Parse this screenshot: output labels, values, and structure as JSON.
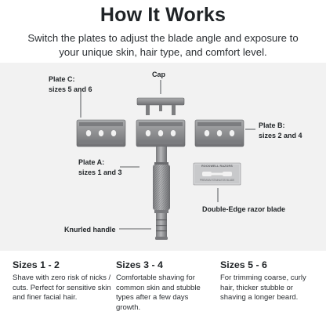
{
  "header": {
    "title": "How It Works",
    "subtitle": "Switch the plates to adjust the blade angle and exposure to your unique skin, hair type, and comfort level."
  },
  "labels": {
    "cap": "Cap",
    "plate_c_line1": "Plate C:",
    "plate_c_line2": "sizes 5 and 6",
    "plate_b_line1": "Plate B:",
    "plate_b_line2": "sizes 2 and 4",
    "plate_a_line1": "Plate A:",
    "plate_a_line2": "sizes 1 and 3",
    "knurled_handle": "Knurled handle",
    "blade": "Double-Edge razor blade",
    "blade_stamp_top": "ROCKWELL RAZORS",
    "blade_stamp_bottom": "PREMIUM STAINLESS BLADE"
  },
  "sizes": [
    {
      "heading": "Sizes 1 - 2",
      "text": "Shave with zero risk of nicks / cuts. Perfect for sensitive skin and finer facial hair."
    },
    {
      "heading": "Sizes 3 - 4",
      "text": "Comfortable shaving for common skin and stubble types after a few days growth."
    },
    {
      "heading": "Sizes 5 - 6",
      "text": "For trimming coarse, curly hair, thicker stubble or shaving a longer beard."
    }
  ],
  "colors": {
    "diagram_bg": "#f2f2f2",
    "metal": "#8e8f91",
    "metal_dark": "#6f7073",
    "leader": "#2b2f33"
  }
}
